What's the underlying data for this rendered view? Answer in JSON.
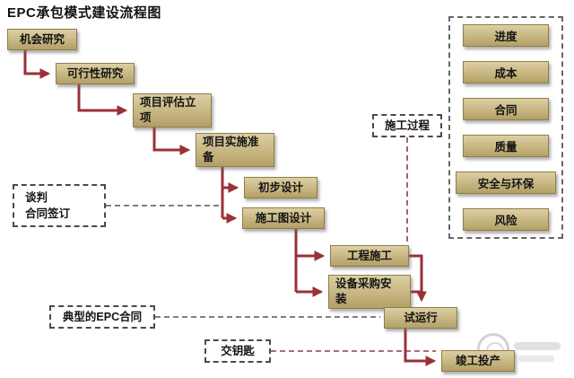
{
  "title": "EPC承包模式建设流程图",
  "flow_nodes": [
    {
      "id": "opportunity-research",
      "label": "机会研究"
    },
    {
      "id": "feasibility-study",
      "label": "可行性研究"
    },
    {
      "id": "project-evaluation-approval",
      "label": "项目评估立\n项"
    },
    {
      "id": "implementation-preparation",
      "label": "项目实施准\n备"
    },
    {
      "id": "preliminary-design",
      "label": "初步设计"
    },
    {
      "id": "construction-drawing-design",
      "label": "施工图设计"
    },
    {
      "id": "engineering-construction",
      "label": "工程施工"
    },
    {
      "id": "equipment-procurement-installation",
      "label": "设备采购安\n装"
    },
    {
      "id": "trial-operation",
      "label": "试运行"
    },
    {
      "id": "completion-production",
      "label": "竣工投产"
    }
  ],
  "annotations": {
    "negotiation": {
      "label": "谈判\n合同签订"
    },
    "construction_process": {
      "label": "施工过程"
    },
    "typical_epc_contract": {
      "label": "典型的EPC合同"
    },
    "turnkey": {
      "label": "交钥匙"
    }
  },
  "control_panel": {
    "items": [
      {
        "label": "进度"
      },
      {
        "label": "成本"
      },
      {
        "label": "合同"
      },
      {
        "label": "质量"
      },
      {
        "label": "安全与环保"
      },
      {
        "label": "风险"
      }
    ]
  },
  "colors": {
    "box_fill_top": "#DCCFA4",
    "box_fill_bottom": "#B3A066",
    "box_border": "#8F7E48",
    "arrow": "#9A3137",
    "dashed_line": "#555555"
  }
}
